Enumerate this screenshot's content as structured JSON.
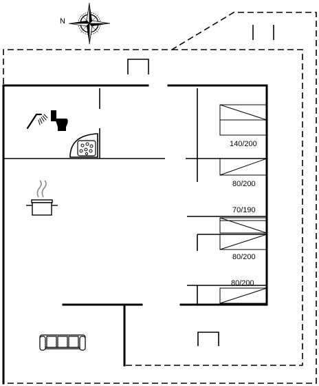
{
  "compass": {
    "north_label": "N"
  },
  "beds": [
    {
      "label": "140/200"
    },
    {
      "label": "80/200"
    },
    {
      "label": "70/190"
    },
    {
      "label": "80/200"
    },
    {
      "label": "80/200"
    }
  ],
  "icons": [
    "compass-rose-icon",
    "shower-icon",
    "toilet-icon",
    "stove-icon",
    "cooking-pot-icon",
    "sofa-icon"
  ]
}
